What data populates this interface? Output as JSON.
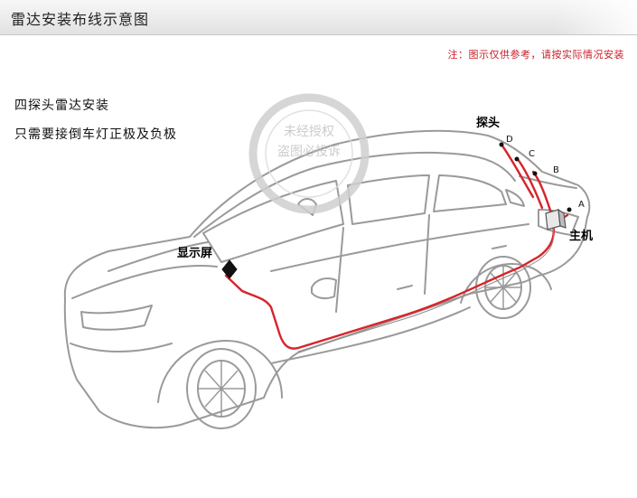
{
  "header": {
    "title": "雷达安装布线示意图"
  },
  "note": "注：图示仅供参考，请按实际情况安装",
  "intro": [
    "四探头雷达安装",
    "只需要接倒车灯正极及负极"
  ],
  "watermark": {
    "line1": "未经授权",
    "line2": "盗图必投诉"
  },
  "callouts": {
    "sensors": "探头",
    "display": "显示屏",
    "control_unit": "主机"
  },
  "sensor_points": [
    "D",
    "C",
    "B",
    "A"
  ],
  "colors": {
    "wire": "#d8232a",
    "note": "#c8202a",
    "outline": "#9a9a9a",
    "watermark": "#c4c4c4"
  }
}
